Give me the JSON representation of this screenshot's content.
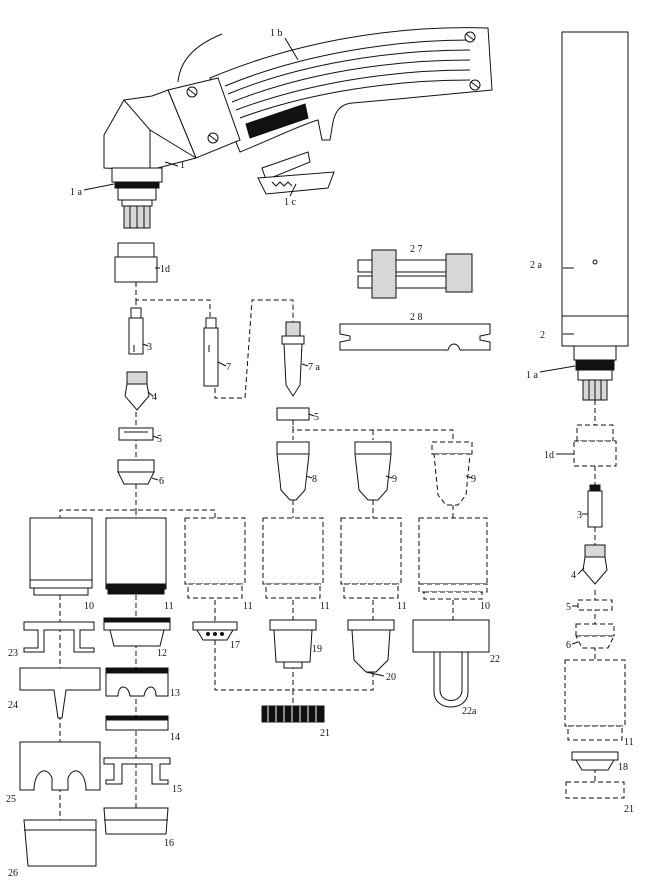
{
  "labels": {
    "l1": "1",
    "l1a": "1 a",
    "l1b": "1 b",
    "l1c": "1 c",
    "l1d": "1d",
    "l2": "2",
    "l2a": "2 a",
    "l1a_r": "1 a",
    "l1d_r": "1d",
    "l3": "3",
    "l3_r": "3",
    "l4": "4",
    "l4_r": "4",
    "l5a": "5",
    "l5b": "5",
    "l5_r": "5",
    "l6": "6",
    "l6_r": "6",
    "l7": "7",
    "l7a": "7 a",
    "l8": "8",
    "l9a": "9",
    "l9b": "9",
    "l10a": "10",
    "l10b": "10",
    "l11a": "11",
    "l11b": "11",
    "l11c": "11",
    "l11d": "11",
    "l11_r": "11",
    "l12": "12",
    "l13": "13",
    "l14": "14",
    "l15": "15",
    "l16": "16",
    "l17": "17",
    "l18": "18",
    "l19": "19",
    "l20": "20",
    "l21": "21",
    "l21_r": "21",
    "l22": "22",
    "l22a": "22a",
    "l23": "23",
    "l24": "24",
    "l25": "25",
    "l26": "26",
    "l27": "2 7",
    "l28": "2 8"
  }
}
